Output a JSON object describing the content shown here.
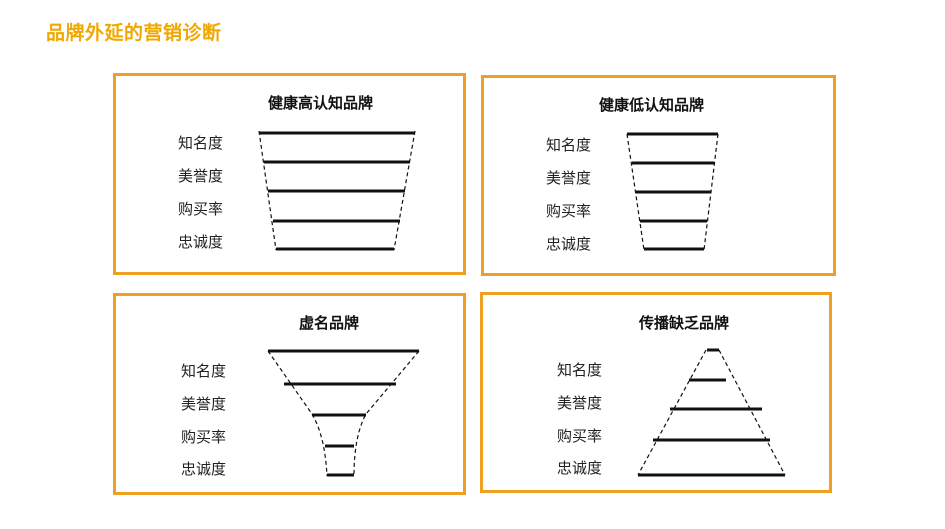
{
  "page": {
    "title": "品牌外延的营销诊断"
  },
  "panels": [
    {
      "title": "健康高认知品牌",
      "labels": [
        "知名度",
        "美誉度",
        "购买率",
        "忠诚度"
      ]
    },
    {
      "title": "健康低认知品牌",
      "labels": [
        "知名度",
        "美誉度",
        "购买率",
        "忠诚度"
      ]
    },
    {
      "title": "虚名品牌",
      "labels": [
        "知名度",
        "美誉度",
        "购买率",
        "忠诚度"
      ]
    },
    {
      "title": "传播缺乏品牌",
      "labels": [
        "知名度",
        "美誉度",
        "购买率",
        "忠诚度"
      ]
    }
  ],
  "colors": {
    "title": "#f0a800",
    "border": "#f0a020",
    "line": "#111111"
  }
}
